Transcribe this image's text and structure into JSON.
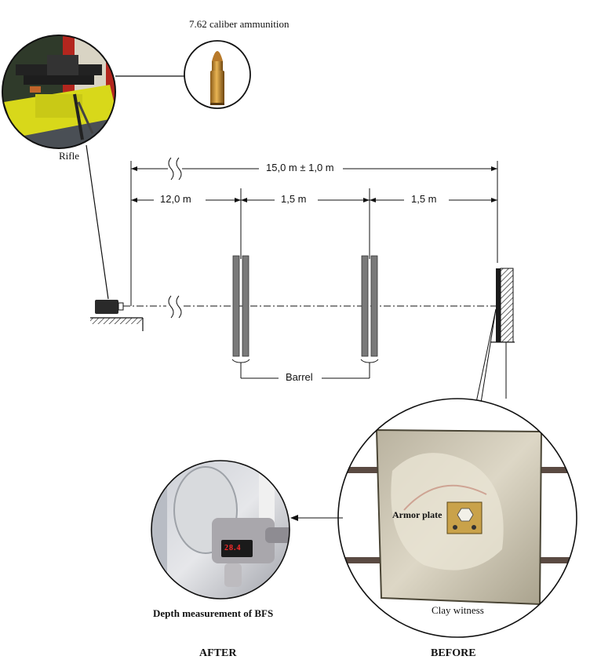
{
  "labels": {
    "ammunition": "7.62 caliber ammunition",
    "rifle": "Rifle",
    "barrel": "Barrel",
    "armor_plate": "Armor plate",
    "clay_witness": "Clay witness",
    "depth_measurement": "Depth measurement of BFS",
    "after": "AFTER",
    "before": "BEFORE",
    "gauge_reading": "28.4"
  },
  "dimensions": {
    "total": "15,0 m ± 1,0 m",
    "first": "12,0 m",
    "second": "1,5 m",
    "third": "1,5 m"
  },
  "colors": {
    "line": "#1a1a1a",
    "plate": "#7a7a7a",
    "rifle_yellow": "#d8d81a",
    "clay": "#cfc9b8",
    "cabinet_red": "#b3261e",
    "gauge_led": "#ff2a2a"
  },
  "icons": [
    "rifle-photo",
    "bullet-icon",
    "armor-plate-icon",
    "depth-gauge-icon"
  ]
}
